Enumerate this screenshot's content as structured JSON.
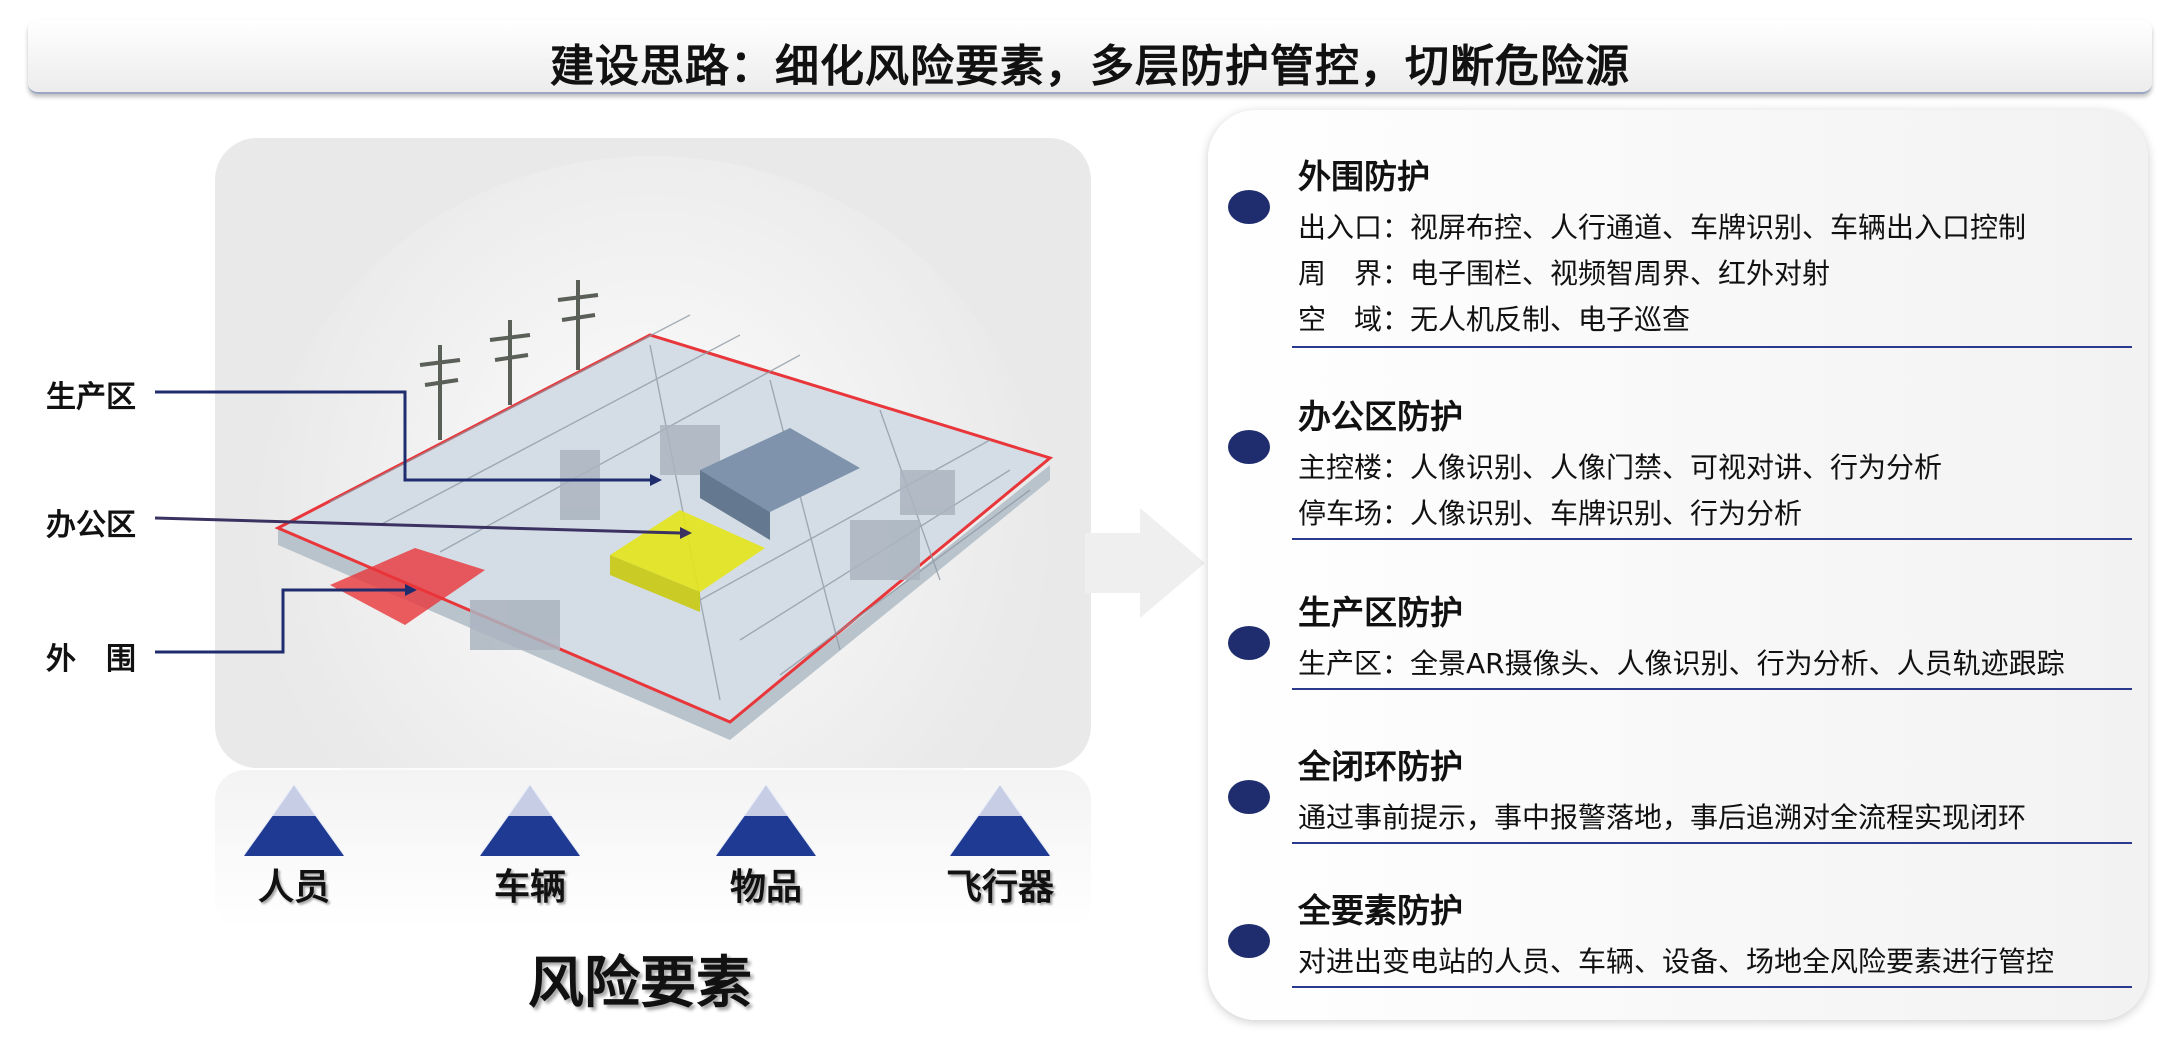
{
  "title": "建设思路：细化风险要素，多层防护管控，切断危险源",
  "zones": {
    "production": "生产区",
    "office": "办公区",
    "perimeter": "外　围"
  },
  "factors": {
    "items": [
      "人员",
      "车辆",
      "物品",
      "飞行器"
    ],
    "title": "风险要素"
  },
  "sections": [
    {
      "title": "外围防护",
      "lines": [
        "出入口：视屏布控、人行通道、车牌识别、车辆出入口控制",
        "周　界：电子围栏、视频智周界、红外对射",
        "空　域：无人机反制、电子巡查"
      ]
    },
    {
      "title": "办公区防护",
      "lines": [
        "主控楼：人像识别、人像门禁、可视对讲、行为分析",
        "停车场：人像识别、车牌识别、行为分析"
      ]
    },
    {
      "title": "生产区防护",
      "lines": [
        "生产区：全景AR摄像头、人像识别、行为分析、人员轨迹跟踪"
      ]
    },
    {
      "title": "全闭环防护",
      "lines": [
        "通过事前提示，事中报警落地，事后追溯对全流程实现闭环"
      ]
    },
    {
      "title": "全要素防护",
      "lines": [
        "对进出变电站的人员、车辆、设备、场地全风险要素进行管控"
      ]
    }
  ],
  "colors": {
    "accent_navy": "#1f2d6e",
    "triangle_blue": "#1f3a93",
    "perimeter_red": "#e8363a",
    "office_yellow": "#e4e419"
  }
}
